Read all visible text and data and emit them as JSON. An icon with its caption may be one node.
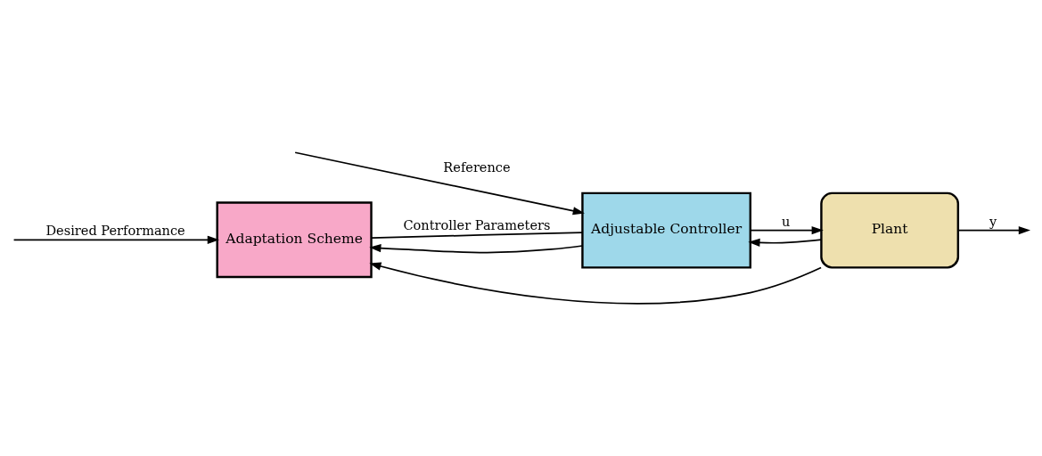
{
  "diagram": {
    "nodes": [
      {
        "text": [
          "Adaptation Scheme"
        ]
      },
      {
        "text": [
          "Adjustable Controller"
        ]
      },
      {
        "text": [
          "Plant"
        ]
      }
    ],
    "edges": [
      {
        "from": null,
        "to": 0,
        "arrow": "to",
        "label": "Desired Performance"
      },
      {
        "from": null,
        "to": 1,
        "arrow": "to",
        "label": "Reference"
      },
      {
        "from": 0,
        "to": 1,
        "arrow": "none",
        "label": "Controller Parameters"
      },
      {
        "from": 1,
        "to": 2,
        "arrow": "to",
        "label": "u"
      },
      {
        "from": 1,
        "to": 0,
        "arrow": "to"
      },
      {
        "from": 2,
        "to": null,
        "arrow": "to",
        "label": "y"
      },
      {
        "from": 2,
        "to": 0,
        "arrow": "to"
      },
      {
        "from": 2,
        "to": 1,
        "arrow": "to"
      }
    ]
  }
}
